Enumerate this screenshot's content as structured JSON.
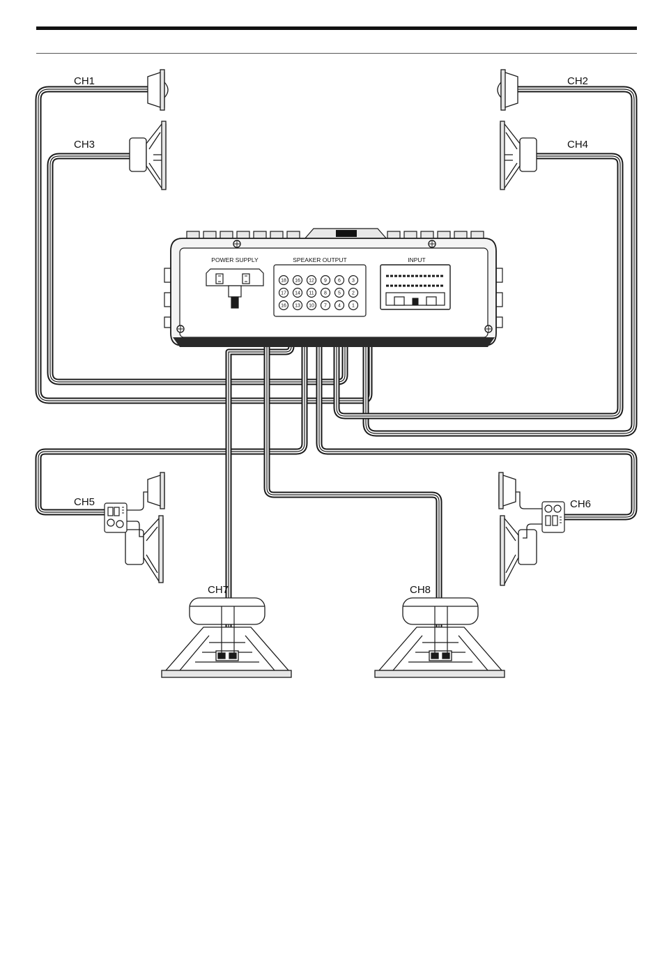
{
  "diagram": {
    "channels": {
      "ch1": "CH1",
      "ch2": "CH2",
      "ch3": "CH3",
      "ch4": "CH4",
      "ch5": "CH5",
      "ch6": "CH6",
      "ch7": "CH7",
      "ch8": "CH8"
    },
    "amplifier": {
      "power_supply_label": "POWER SUPPLY",
      "speaker_output_label": "SPEAKER OUTPUT",
      "input_label": "INPUT",
      "terminals_top": [
        "18",
        "16",
        "12",
        "9",
        "6",
        "3"
      ],
      "terminals_mid": [
        "17",
        "14",
        "11",
        "8",
        "5",
        "2"
      ],
      "terminals_bot": [
        "16",
        "13",
        "10",
        "7",
        "4",
        "1"
      ]
    }
  },
  "colors": {
    "line": "#1a1a1a",
    "wire_fill": "#ffffff",
    "amp_body": "#f4f4f4",
    "amp_base": "#2a2a2a"
  }
}
